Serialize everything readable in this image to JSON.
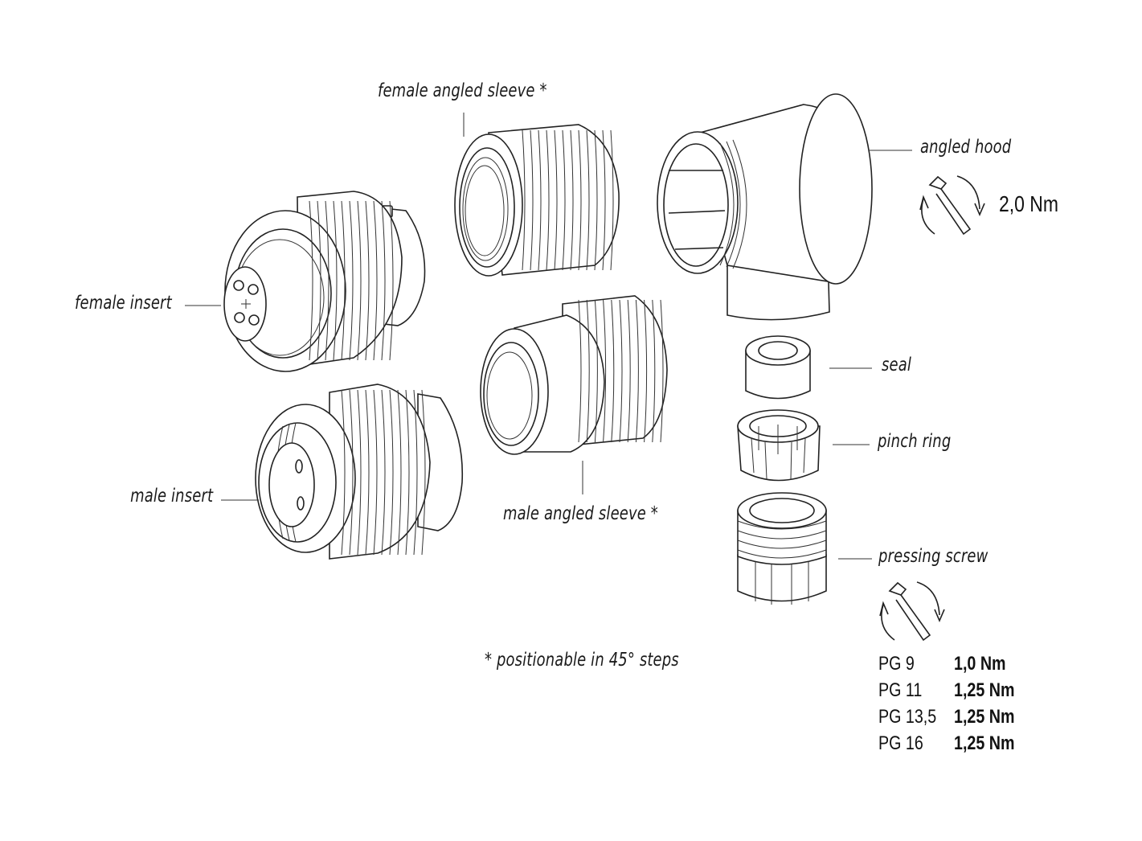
{
  "labels": {
    "female_angled_sleeve": "female angled sleeve *",
    "angled_hood": "angled hood",
    "female_insert": "female insert",
    "male_insert": "male insert",
    "male_angled_sleeve": "male angled sleeve *",
    "seal": "seal",
    "pinch_ring": "pinch ring",
    "pressing_screw": "pressing screw",
    "footnote": "* positionable in 45° steps"
  },
  "hood_torque": "2,0 Nm",
  "torque_table": [
    {
      "size": "PG 9",
      "torque": "1,0 Nm"
    },
    {
      "size": "PG 11",
      "torque": "1,25 Nm"
    },
    {
      "size": "PG 13,5",
      "torque": "1,25 Nm"
    },
    {
      "size": "PG 16",
      "torque": "1,25 Nm"
    }
  ],
  "icons": [
    "wrench-rotate-icon",
    "wrench-rotate-icon"
  ],
  "colors": {
    "line": "#222222",
    "background": "#ffffff"
  }
}
